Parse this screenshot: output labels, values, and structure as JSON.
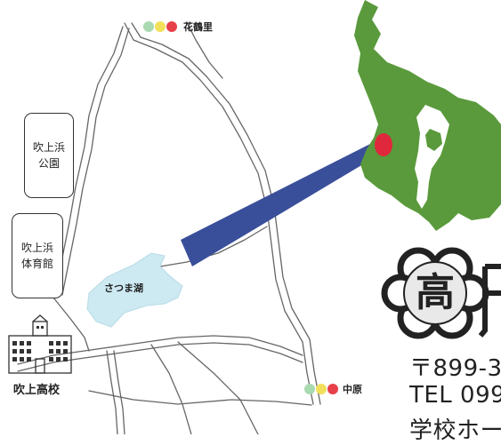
{
  "labels": {
    "hanazato": "花鶴里",
    "nakahara": "中原",
    "park": "吹上浜\n公園",
    "gym": "吹上浜\n体育館",
    "lake": "さつま湖",
    "school": "吹上高校"
  },
  "crest_char": "高",
  "contact": {
    "postal": "〒899-3",
    "tel": "TEL 099",
    "web": "学校ホー"
  },
  "colors": {
    "land": "#5a9a3c",
    "highlight": "#e0283c",
    "beam": "#3a4f9a",
    "lake": "#cde9f2",
    "dot_green": "#a9d9b0",
    "dot_yellow": "#f2e05a",
    "dot_red": "#e8404a"
  },
  "icons": [
    "school-building-icon",
    "school-crest-icon",
    "traffic-dots-icon"
  ]
}
